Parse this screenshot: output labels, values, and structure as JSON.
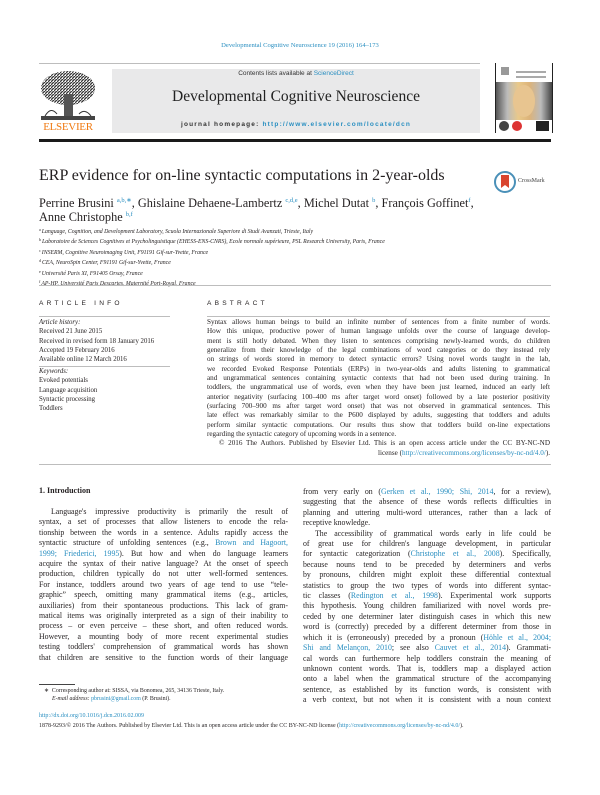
{
  "header": {
    "citation": "Developmental Cognitive Neuroscience 19 (2016) 164–173",
    "contents_prefix": "Contents lists available at ",
    "sciencedirect": "ScienceDirect",
    "journal_name": "Developmental Cognitive Neuroscience",
    "homepage_label": "journal homepage: ",
    "homepage_url": "http://www.elsevier.com/locate/dcn",
    "logo_text": "ELSEVIER",
    "crossmark_label": "CrossMark"
  },
  "article": {
    "title": "ERP evidence for on-line syntactic computations in 2-year-olds",
    "authors": [
      {
        "name": "Perrine Brusini",
        "sup": "a,b,∗",
        "sep": ", "
      },
      {
        "name": "Ghislaine Dehaene-Lambertz",
        "sup": "c,d,e",
        "sep": ", "
      },
      {
        "name": "Michel Dutat",
        "sup": "b",
        "sep": ", "
      },
      {
        "name": "François Goffinet",
        "sup": "f",
        "sep": ","
      },
      {
        "name": "Anne Christophe",
        "sup": "b,f",
        "sep": ""
      }
    ],
    "affiliations": [
      {
        "key": "a",
        "text": "Language, Cognition, and Development Laboratory, Scuola Internazionale Superiore di Studi Avanzati, Trieste, Italy"
      },
      {
        "key": "b",
        "text": "Laboratoire de Sciences Cognitives et Psycholinguistique (EHESS-ENS-CNRS), Ecole normale supérieure, PSL Research University, Paris, France"
      },
      {
        "key": "c",
        "text": "INSERM, Cognitive Neuroimaging Unit, F91191 Gif-sur-Yvette, France"
      },
      {
        "key": "d",
        "text": "CEA, NeuroSpin Center, F91191 Gif-sur-Yvette, France"
      },
      {
        "key": "e",
        "text": "Université Paris XI, F91405 Orsay, France"
      },
      {
        "key": "f",
        "text": "AP-HP, Université Paris Descartes, Maternité Port-Royal, France"
      }
    ]
  },
  "article_info": {
    "heading": "ARTICLE INFO",
    "history_label": "Article history:",
    "history": [
      "Received 21 June 2015",
      "Received in revised form 18 January 2016",
      "Accepted 19 February 2016",
      "Available online 12 March 2016"
    ],
    "keywords_label": "Keywords:",
    "keywords": [
      "Evoked potentials",
      "Language acquisition",
      "Syntactic processing",
      "Toddlers"
    ]
  },
  "abstract": {
    "heading": "ABSTRACT",
    "lines": [
      "Syntax allows human beings to build an infinite number of sentences from a finite number of words.",
      "How this unique, productive power of human language unfolds over the course of language develop-",
      "ment is still hotly debated. When they listen to sentences comprising newly-learned words, do children",
      "generalize from their knowledge of the legal combinations of word categories or do they instead rely",
      "on strings of words stored in memory to detect syntactic errors? Using novel words taught in the lab,",
      "we recorded Evoked Response Potentials (ERPs) in two-year-olds and adults listening to grammatical",
      "and ungrammatical sentences containing syntactic contexts that had not been used during training. In",
      "toddlers, the ungrammatical use of words, even when they have been just learned, induced an early left",
      "anterior negativity (surfacing 100–400 ms after target word onset) followed by a late posterior positivity",
      "(surfacing 700–900 ms after target word onset) that was not observed in grammatical sentences. This",
      "late effect was remarkably similar to the P600 displayed by adults, suggesting that toddlers and adults",
      "perform similar syntactic computations. Our results thus show that toddlers build on-line expectations",
      "regarding the syntactic category of upcoming words in a sentence.",
      "© 2016 The Authors. Published by Elsevier Ltd. This is an open access article under the CC BY-NC-ND",
      [
        {
          "t": "license ("
        },
        {
          "t": "http://creativecommons.org/licenses/by-nc-nd/4.0/",
          "link": true
        },
        {
          "t": ")."
        }
      ]
    ]
  },
  "intro": {
    "heading": "1.  Introduction",
    "left_lines": [
      "Language's impressive productivity is primarily the result of",
      "syntax, a set of processes that allow listeners to encode the rela-",
      "tionship between the words in a sentence. Adults rapidly access the",
      [
        {
          "t": "syntactic structure of unfolding sentences (e.g., "
        },
        {
          "t": "Brown and Hagoort,",
          "link": true
        }
      ],
      [
        {
          "t": "1999; Friederici, 1995",
          "link": true
        },
        {
          "t": "). But how and when do language learners"
        }
      ],
      "acquire the syntax of their native language? At the onset of speech",
      "production, children typically do not utter well-formed sentences.",
      "For instance, toddlers around two years of age tend to use “tele-",
      "graphic” speech, omitting many grammatical items (e.g., articles,",
      "auxiliaries) from their spontaneous productions. This lack of gram-",
      "matical items was originally interpreted as a sign of their inability to",
      "process – or even perceive – these short, and often reduced words.",
      "However, a mounting body of more recent experimental studies",
      "testing toddlers' comprehension of grammatical words has shown",
      "that children are sensitive to the function words of their language"
    ],
    "right_lines": [
      [
        {
          "t": "from very early on ("
        },
        {
          "t": "Gerken et al., 1990; Shi, 2014",
          "link": true
        },
        {
          "t": ", for a review),"
        }
      ],
      "suggesting that the absence of these words reflects difficulties in",
      "planning and uttering multi-word utterances, rather than a lack of",
      "receptive knowledge.",
      "The accessibility of grammatical words early in life could be",
      "of great use for children's language development, in particular",
      [
        {
          "t": "for syntactic categorization ("
        },
        {
          "t": "Christophe et al., 2008",
          "link": true
        },
        {
          "t": "). Specifically,"
        }
      ],
      "because nouns tend to be preceded by determiners and verbs",
      "by pronouns, children might exploit these differential contextual",
      "statistics to group the two types of words into different syntac-",
      [
        {
          "t": "tic classes ("
        },
        {
          "t": "Redington et al., 1998",
          "link": true
        },
        {
          "t": "). Experimental work supports"
        }
      ],
      "this hypothesis. Young children familiarized with novel words pre-",
      "ceded by one determiner later distinguish cases in which this new",
      "word is (correctly) preceded by a different determiner from those in",
      [
        {
          "t": "which it is (erroneously) preceded by a pronoun ("
        },
        {
          "t": "Höhle et al., 2004;",
          "link": true
        }
      ],
      [
        {
          "t": "Shi and Melançon, 2010",
          "link": true
        },
        {
          "t": "; see also "
        },
        {
          "t": "Cauvet et al., 2014",
          "link": true
        },
        {
          "t": "). Grammati-"
        }
      ],
      "cal words can furthermore help toddlers constrain the meaning of",
      "unknown content words. That is, toddlers map a displayed action",
      "onto a label when the grammatical structure of the accompanying",
      "sentence, as established by its function words, is consistent with",
      "a verb context, but not when it is consistent with a noun context"
    ]
  },
  "footnote": {
    "marker": "∗",
    "corresponding": "Corresponding author at: SISSA, via Bonomea, 265, 34136 Trieste, Italy.",
    "email_label": "E-mail address: ",
    "email": "pbrusini@gmail.com",
    "email_owner": " (P. Brusini)."
  },
  "publication": {
    "doi": "http://dx.doi.org/10.1016/j.dcn.2016.02.009",
    "license_text": "1878-9293/© 2016 The Authors. Published by Elsevier Ltd. This is an open access article under the CC BY-NC-ND license (",
    "license_url": "http://creativecommons.org/licenses/by-nc-nd/4.0/",
    "license_end": ")."
  },
  "colors": {
    "link": "#2a8fc1",
    "elsevier_orange": "#f07a12",
    "header_box": "#e9e9ea"
  }
}
